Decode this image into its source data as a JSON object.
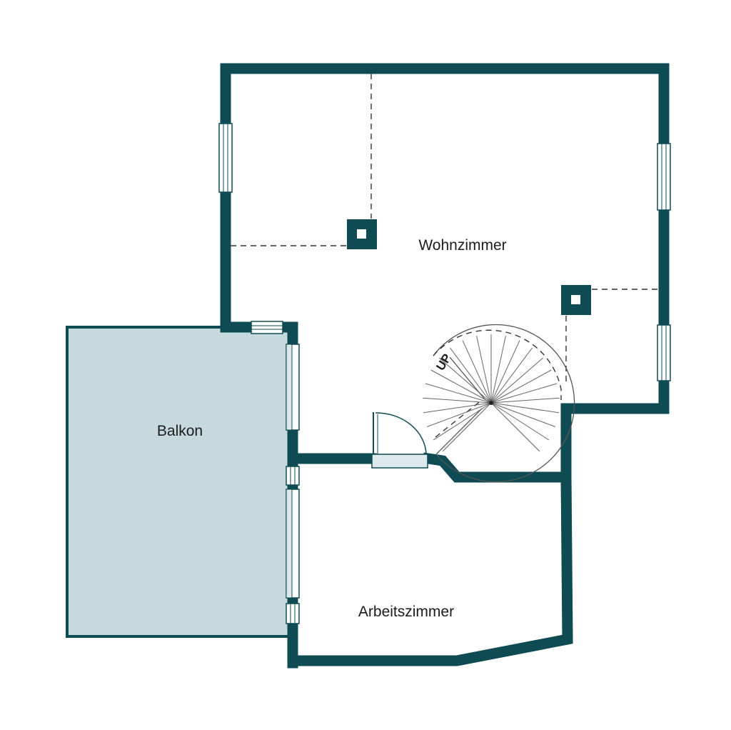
{
  "rooms": {
    "wohnzimmer": "Wohnzimmer",
    "balkon": "Balkon",
    "arbeitszimmer": "Arbeitszimmer"
  },
  "stair_label": "UP",
  "colors": {
    "wall": "#0e4b52",
    "balcony_fill": "#c6d9dc",
    "window_fill": "#dde9ea",
    "background": "#ffffff"
  }
}
